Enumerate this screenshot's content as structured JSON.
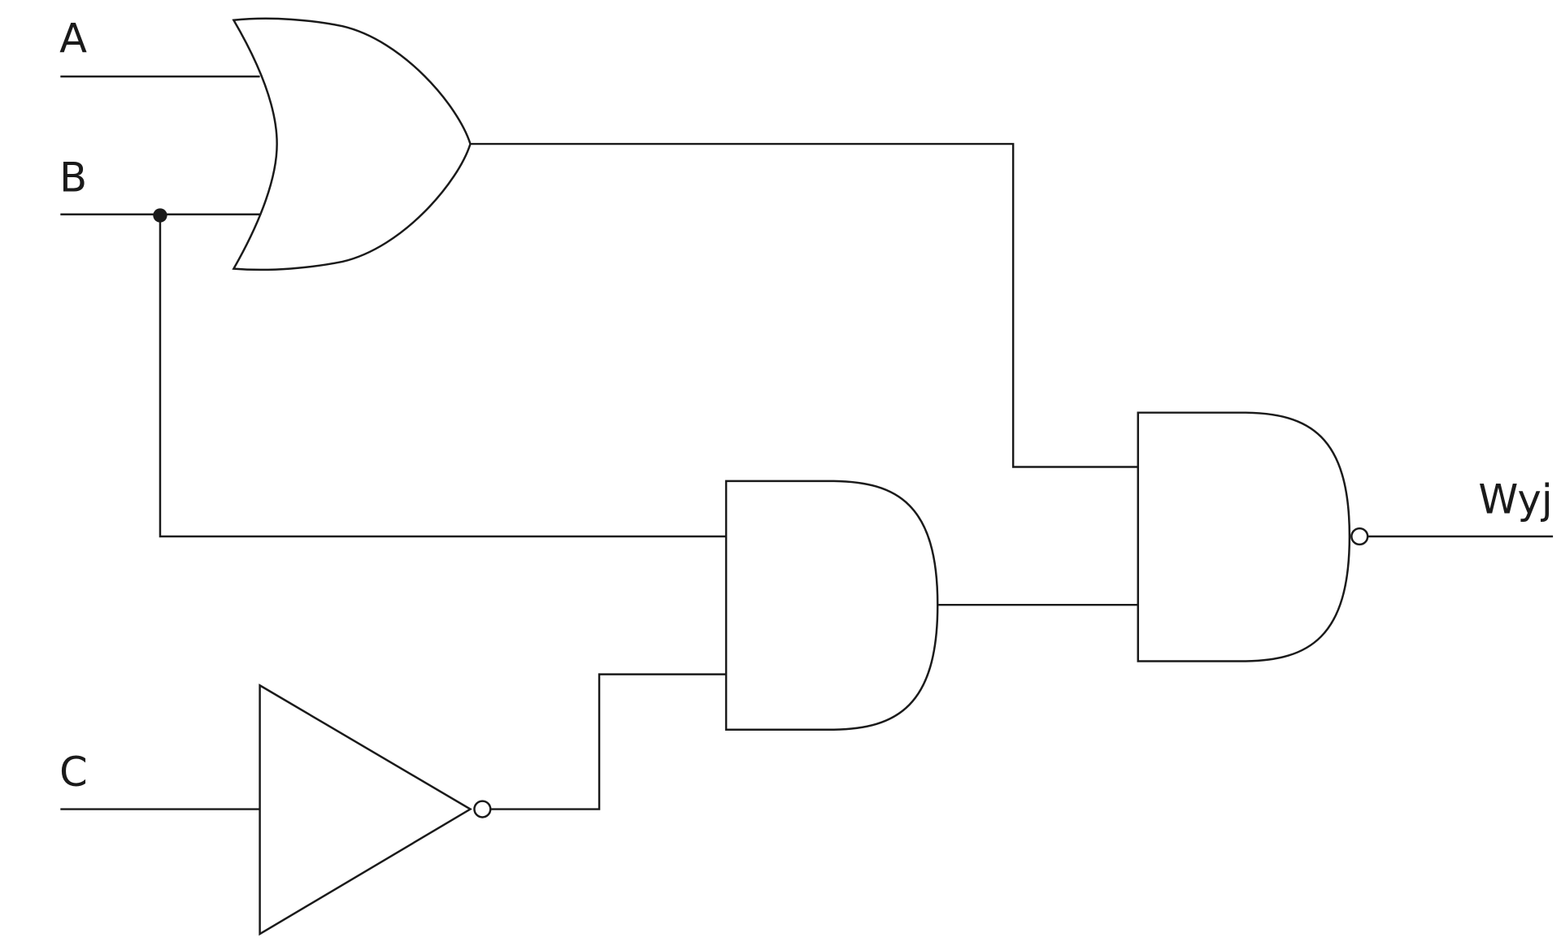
{
  "diagram": {
    "type": "logic-circuit",
    "inputs": [
      {
        "label": "A"
      },
      {
        "label": "B"
      },
      {
        "label": "C"
      }
    ],
    "output": {
      "label": "Wyj"
    },
    "gates": [
      {
        "id": "or1",
        "type": "OR",
        "inputs": [
          "A",
          "B"
        ]
      },
      {
        "id": "not1",
        "type": "NOT",
        "inputs": [
          "C"
        ]
      },
      {
        "id": "and1",
        "type": "AND",
        "inputs": [
          "B",
          "not1"
        ]
      },
      {
        "id": "nand1",
        "type": "NAND",
        "inputs": [
          "or1",
          "and1"
        ],
        "output": "Wyj"
      }
    ],
    "junctions": [
      {
        "net": "B"
      }
    ],
    "colors": {
      "stroke": "#1a1a1a",
      "background": "#ffffff"
    }
  }
}
